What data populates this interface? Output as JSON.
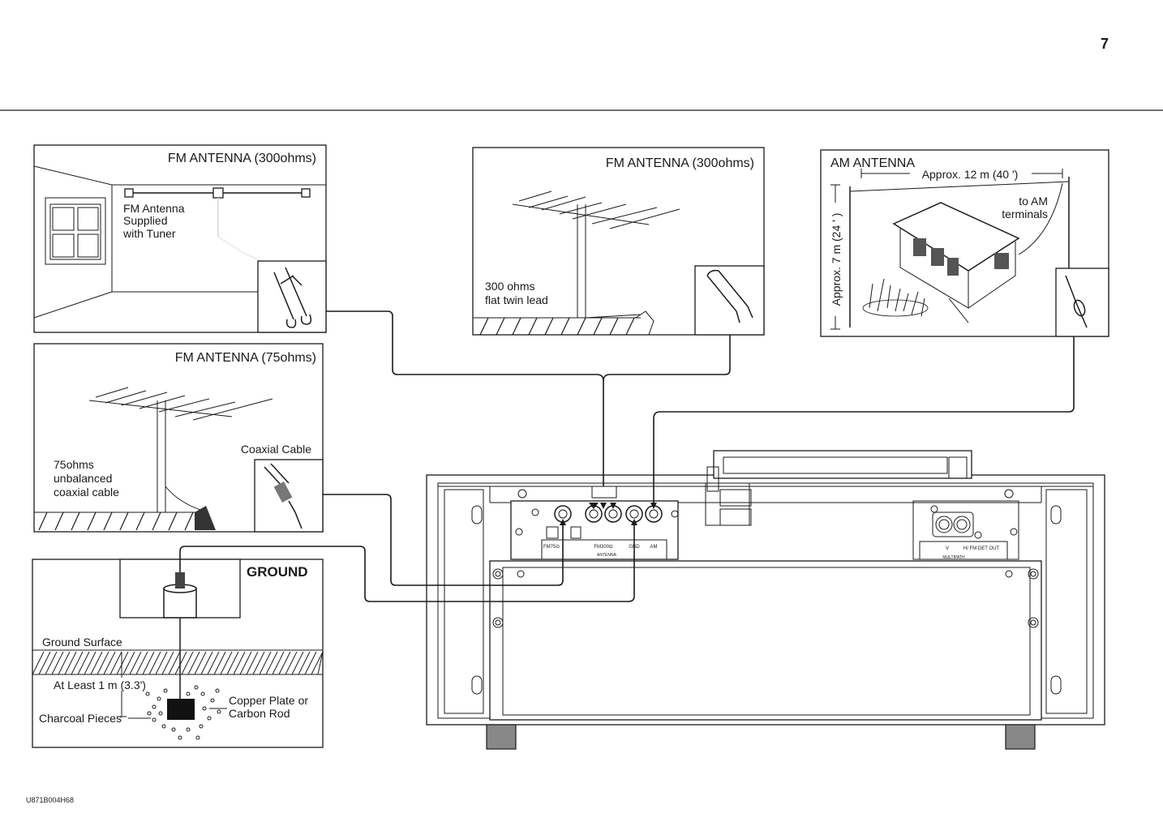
{
  "page_number": "7",
  "document_code": "U871B004H68",
  "panels": {
    "fm300_indoor": {
      "title": "FM ANTENNA (300ohms)",
      "label_lines": [
        "FM Antenna",
        "Supplied",
        "with Tuner"
      ]
    },
    "fm300_outdoor": {
      "title": "FM ANTENNA (300ohms)",
      "label_lines": [
        "300 ohms",
        "flat  twin  lead"
      ]
    },
    "am": {
      "title": "AM ANTENNA",
      "length_label": "Approx. 12 m (40 ')",
      "height_label": "Approx.  7 m (24 ' )",
      "terminal_lines": [
        "to AM",
        "terminals"
      ]
    },
    "fm75": {
      "title": "FM ANTENNA (75ohms)",
      "coax_label": "Coaxial  Cable",
      "label_lines": [
        "75ohms",
        "unbalanced",
        "coaxial  cable"
      ]
    },
    "ground": {
      "title": "GROUND",
      "surface_label": "Ground Surface",
      "depth_label": "At Least 1 m  (3.3')",
      "plate_lines": [
        "Copper Plate or",
        "Carbon Rod"
      ],
      "charcoal_label": "Charcoal Pieces"
    }
  },
  "tuner": {
    "terminal_labels": {
      "fm75": "FM75Ω",
      "fm300": "FM300Ω",
      "gnd": "GND",
      "am": "AM",
      "antenna": "ANTENNA"
    },
    "output_labels": {
      "v": "V",
      "h_fm_det_out": "H/ FM DET OUT",
      "multipath": "MULTIPATH"
    }
  }
}
